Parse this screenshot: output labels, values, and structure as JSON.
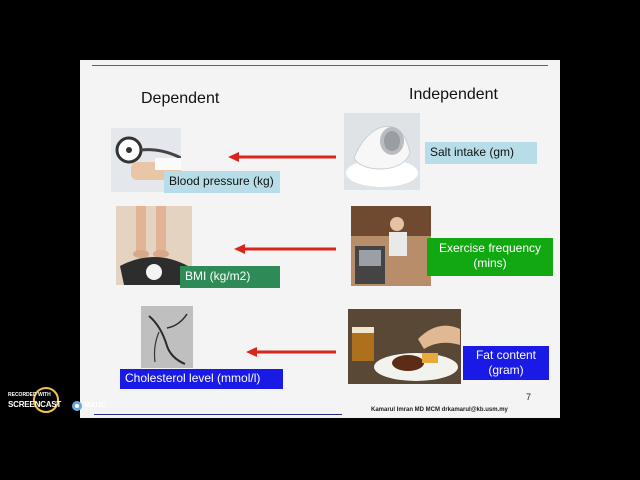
{
  "slide": {
    "heading_dependent": "Dependent",
    "heading_independent": "Independent",
    "rows": [
      {
        "independent": "Salt intake (gm)",
        "dependent": "Blood pressure (kg)"
      },
      {
        "independent": "Exercise frequency (mins)",
        "dependent": "BMI (kg/m2)"
      },
      {
        "independent": "Fat content (gram)",
        "dependent": "Cholesterol level (mmol/l)"
      }
    ],
    "footer": "Kamarul Imran MD MCM drkamarul@kb.usm.my",
    "page_number": "7"
  },
  "colors": {
    "arrow": "#d9261c",
    "topline": "#c0392b",
    "light_blue_box": "#b7dde8",
    "green_box": "#2e8b57",
    "bright_green_box": "#11a811",
    "blue_box": "#1a1ae6"
  },
  "watermark": {
    "line1": "RECORDED WITH",
    "line2": "SCREENCAST",
    "line3": "MATIC"
  }
}
